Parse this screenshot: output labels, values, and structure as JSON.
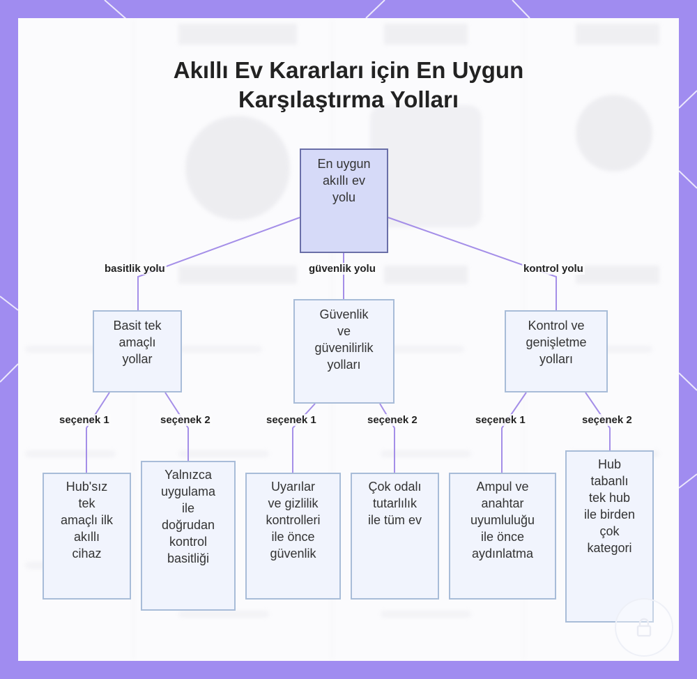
{
  "title": {
    "line1": "Akıllı Ev Kararları için En Uygun",
    "line2": "Karşılaştırma Yolları"
  },
  "root": {
    "lines": [
      "En uygun",
      "akıllı ev",
      "yolu"
    ]
  },
  "paths": [
    {
      "edge_label": "basitlik yolu",
      "lines": [
        "Basit tek",
        "amaçlı",
        "yollar"
      ],
      "options": [
        {
          "edge_label": "seçenek 1",
          "lines": [
            "Hub'sız",
            "tek",
            "amaçlı ilk",
            "akıllı",
            "cihaz"
          ]
        },
        {
          "edge_label": "seçenek 2",
          "lines": [
            "Yalnızca",
            "uygulama",
            "ile",
            "doğrudan",
            "kontrol",
            "basitliği"
          ]
        }
      ]
    },
    {
      "edge_label": "güvenlik yolu",
      "lines": [
        "Güvenlik",
        "ve",
        "güvenilirlik",
        "yolları"
      ],
      "options": [
        {
          "edge_label": "seçenek 1",
          "lines": [
            "Uyarılar",
            "ve gizlilik",
            "kontrolleri",
            "ile önce",
            "güvenlik"
          ]
        },
        {
          "edge_label": "seçenek 2",
          "lines": [
            "Çok odalı",
            "tutarlılık",
            "ile tüm ev"
          ]
        }
      ]
    },
    {
      "edge_label": "kontrol yolu",
      "lines": [
        "Kontrol ve",
        "genişletme",
        "yolları"
      ],
      "options": [
        {
          "edge_label": "seçenek 1",
          "lines": [
            "Ampul ve",
            "anahtar",
            "uyumluluğu",
            "ile önce",
            "aydınlatma"
          ]
        },
        {
          "edge_label": "seçenek 2",
          "lines": [
            "Hub",
            "tabanlı",
            "tek hub",
            "ile birden",
            "çok",
            "kategori"
          ]
        }
      ]
    }
  ],
  "colors": {
    "frame": "#a08cf0",
    "edge": "#a48ee8",
    "root_fill": "#d6daf8",
    "root_border": "#6a6fa8",
    "node_fill": "#f1f4fd",
    "node_border": "#a8bcd8"
  },
  "icons": {
    "badge": "lock-icon"
  }
}
